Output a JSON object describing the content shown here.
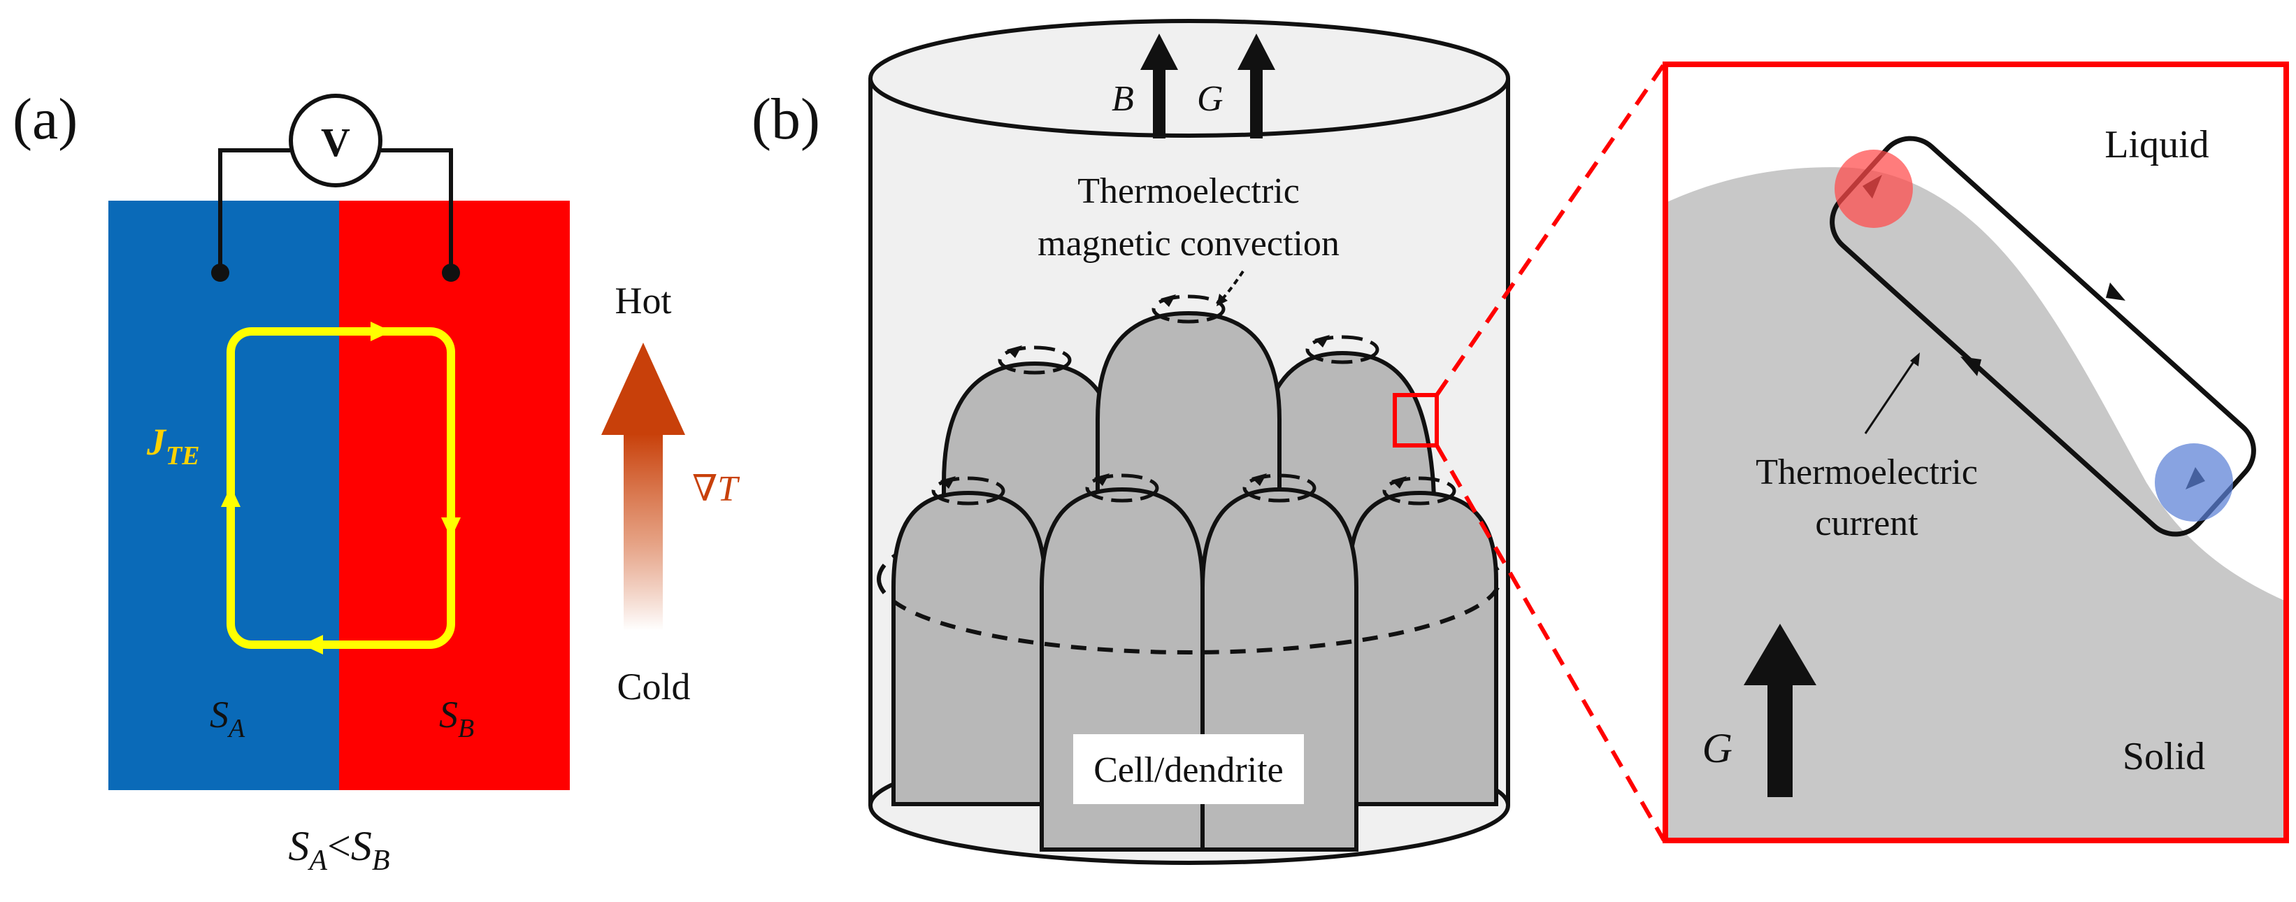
{
  "panel_a": {
    "label": "(a)",
    "voltmeter_label": "V",
    "current_label_main": "J",
    "current_label_sub": "TE",
    "material_a_main": "S",
    "material_a_sub": "A",
    "material_b_main": "S",
    "material_b_sub": "B",
    "relation_main_a": "S",
    "relation_sub_a": "A",
    "relation_op": "<",
    "relation_main_b": "S",
    "relation_sub_b": "B",
    "hot_label": "Hot",
    "cold_label": "Cold",
    "gradient_label": "∇T",
    "colors": {
      "material_a": "#0a6ab8",
      "material_b": "#ff0000",
      "current_loop": "#ffff00",
      "current_label": "#ffd200",
      "gradient_arrow": "#c8400a"
    }
  },
  "panel_b": {
    "label": "(b)",
    "field_label_b": "B",
    "field_label_g": "G",
    "convection_label_line1": "Thermoelectric",
    "convection_label_line2": "magnetic convection",
    "structure_label": "Cell/dendrite",
    "colors": {
      "dendrite_fill": "#b8b8b8",
      "cylinder_fill": "#f0f0f0"
    }
  },
  "inset": {
    "liquid_label": "Liquid",
    "solid_label": "Solid",
    "current_label_line1": "Thermoelectric",
    "current_label_line2": "current",
    "gradient_label": "G",
    "colors": {
      "frame": "#ff0000",
      "solid_fill": "#c8c8c8",
      "hot_spot": "#ff4a4a",
      "cold_spot": "#5a7fd6"
    }
  }
}
